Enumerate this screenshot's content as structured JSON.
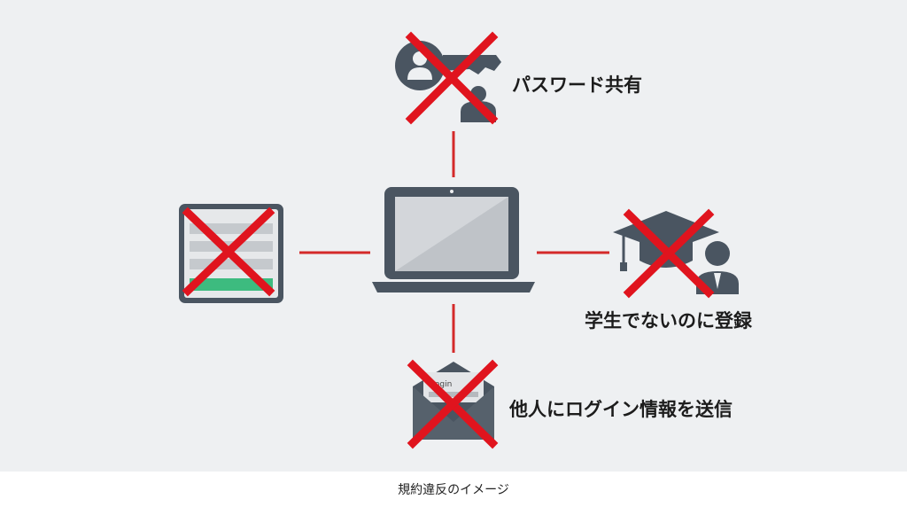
{
  "labels": {
    "password_sharing": "パスワード共有",
    "non_student_registration": "学生でないのに登録",
    "sending_login_info": "他人にログイン情報を送信",
    "envelope_text": "Login"
  },
  "caption": "規約違反のイメージ",
  "colors": {
    "background": "#eef0f2",
    "icon": "#4a5561",
    "cross": "#e0141e",
    "line": "#d42a2a",
    "green": "#3dbb7f"
  }
}
